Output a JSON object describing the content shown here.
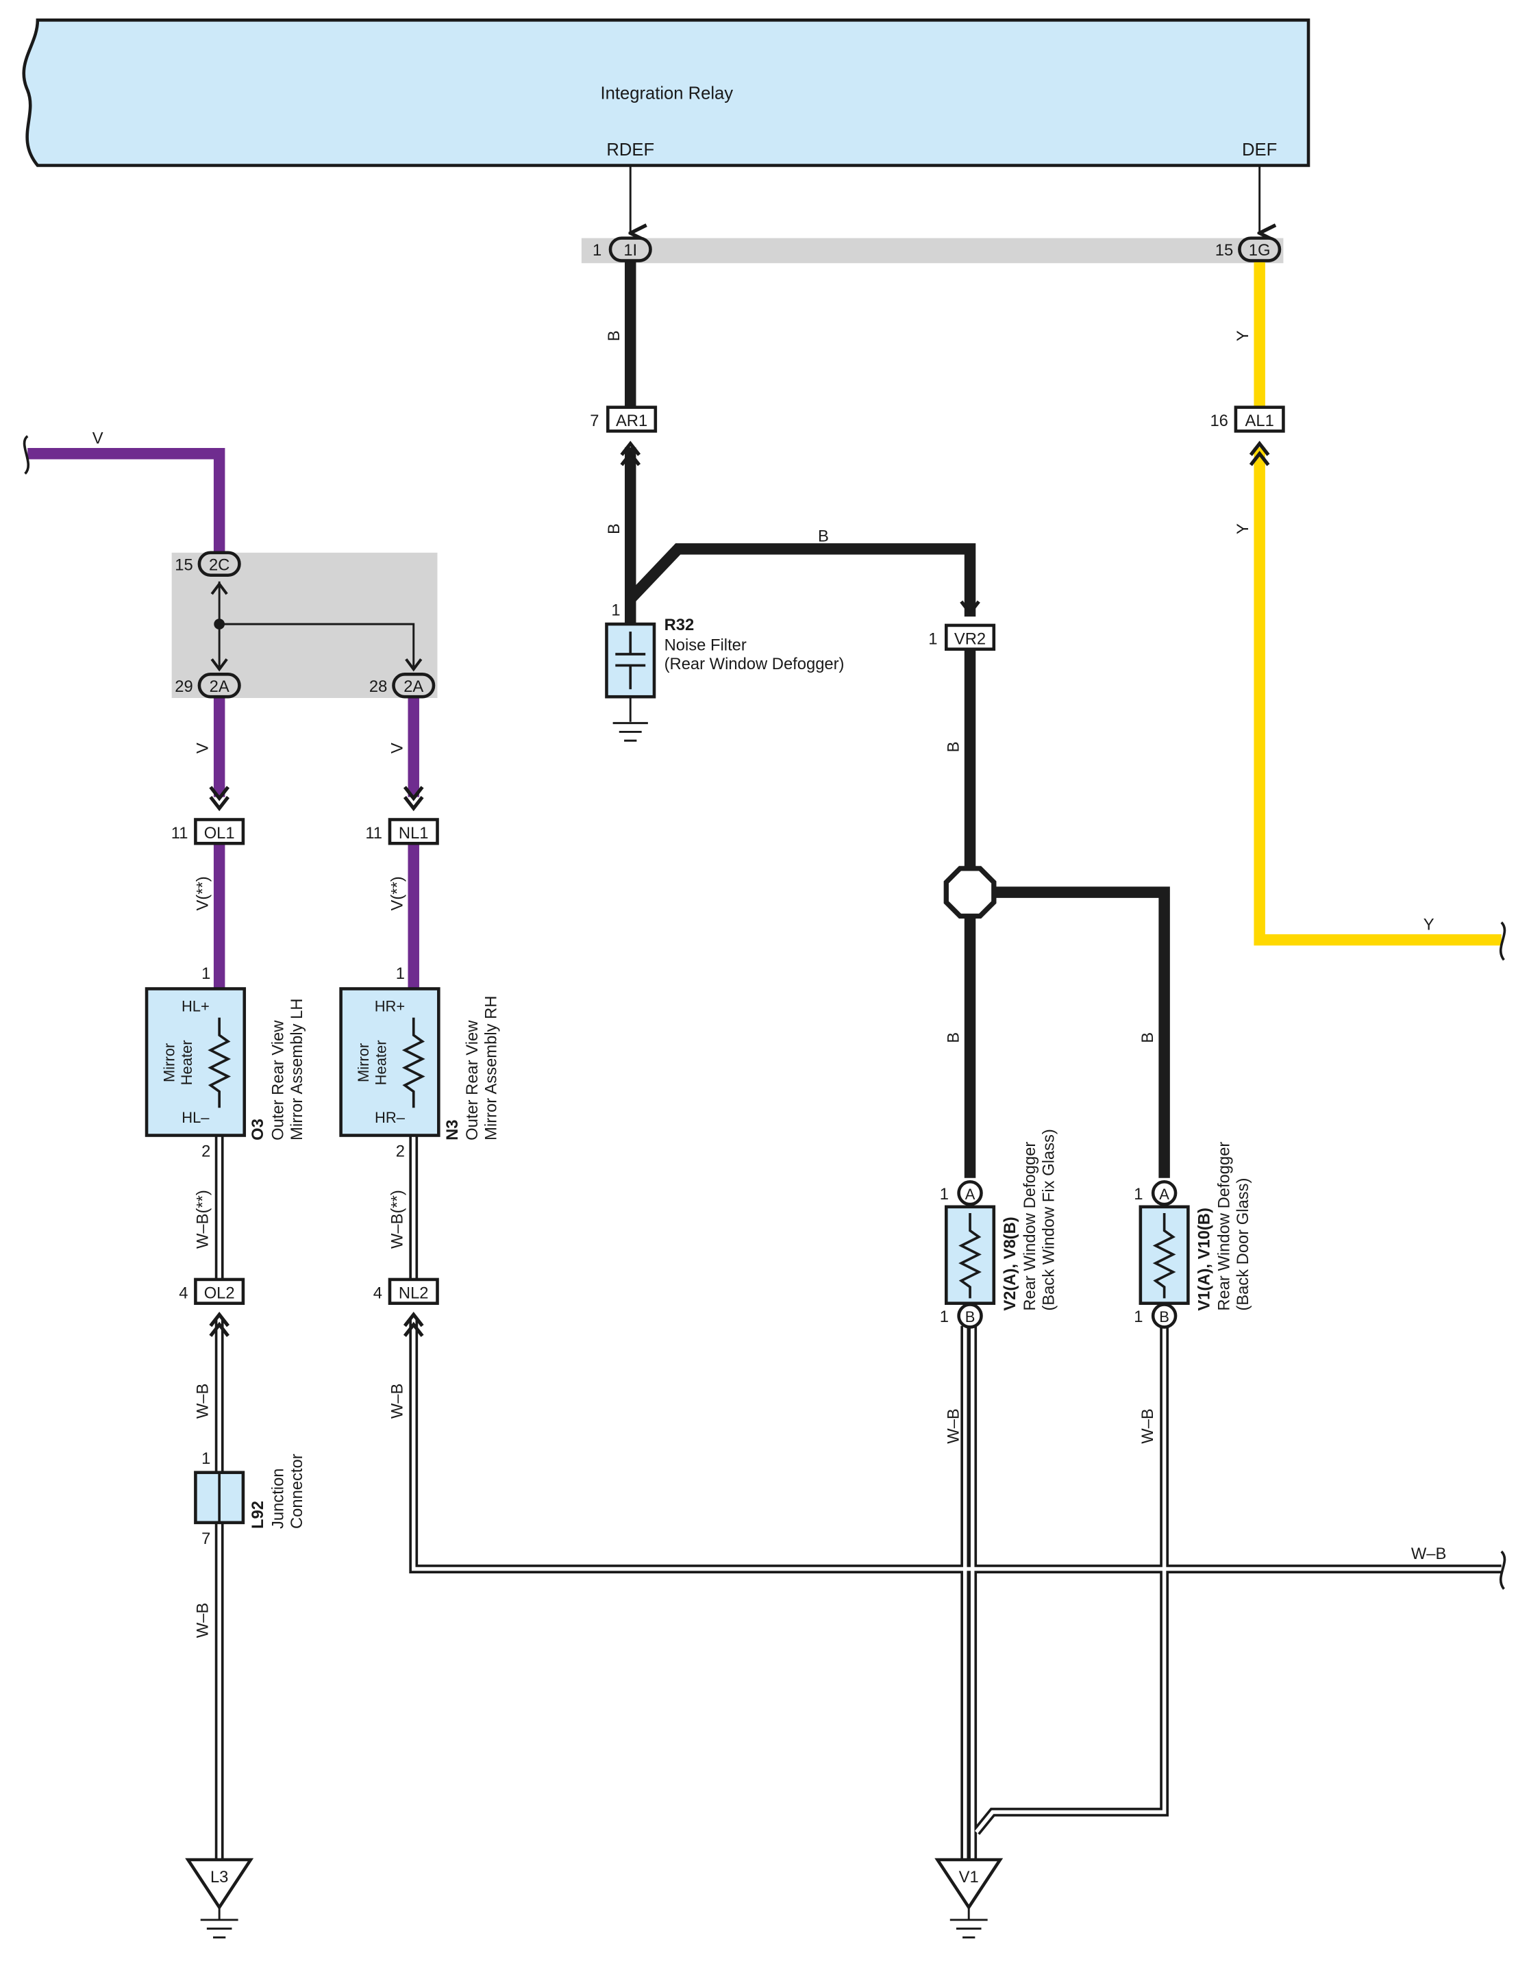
{
  "relay": {
    "name": "Integration Relay",
    "terminal_rdef": "RDEF",
    "terminal_def": "DEF"
  },
  "connectors": {
    "c1I": {
      "id": "1I",
      "pin": "1"
    },
    "c1G": {
      "id": "1G",
      "pin": "15"
    },
    "cAR1": {
      "id": "AR1",
      "pin": "7"
    },
    "cAL1": {
      "id": "AL1",
      "pin": "16"
    },
    "cVR2": {
      "id": "VR2",
      "pin": "1"
    },
    "c2C": {
      "id": "2C",
      "pin": "15"
    },
    "c2A_29": {
      "id": "2A",
      "pin": "29"
    },
    "c2A_28": {
      "id": "2A",
      "pin": "28"
    },
    "cOL1": {
      "id": "OL1",
      "pin": "11"
    },
    "cNL1": {
      "id": "NL1",
      "pin": "11"
    },
    "cOL2": {
      "id": "OL2",
      "pin": "4"
    },
    "cNL2": {
      "id": "NL2",
      "pin": "4"
    }
  },
  "wires": {
    "b_1I_AR1": "B",
    "b_AR1_R32": "B",
    "b_to_VR2": "B",
    "b_VR2_down": "B",
    "b_to_V2": "B",
    "b_to_V1": "B",
    "y_1G_AL1": "Y",
    "y_AL1_down": "Y",
    "y_out": "Y",
    "v_in": "V",
    "v_2A29_OL1": "V",
    "v_2A28_NL1": "V",
    "v_OL1_O3": "V(**)",
    "v_NL1_N3": "V(**)",
    "wb_O3_OL2": "W–B(**)",
    "wb_N3_NL2": "W–B(**)",
    "wb_OL2_L92": "W–B",
    "wb_L92_L3": "W–B",
    "wb_NL2_down": "W–B",
    "wb_V2_down": "W–B",
    "wb_V1_down": "W–B",
    "wb_out": "W–B"
  },
  "components": {
    "r32": {
      "code": "R32",
      "line1": "Noise Filter",
      "line2": "(Rear Window Defogger)",
      "pin": "1"
    },
    "o3": {
      "code": "O3",
      "line1": "Outer Rear View",
      "line2": "Mirror Assembly LH",
      "inner1": "Mirror",
      "inner2": "Heater",
      "term_top": "HL+",
      "term_bot": "HL–",
      "pin_top": "1",
      "pin_bot": "2"
    },
    "n3": {
      "code": "N3",
      "line1": "Outer Rear View",
      "line2": "Mirror Assembly RH",
      "inner1": "Mirror",
      "inner2": "Heater",
      "term_top": "HR+",
      "term_bot": "HR–",
      "pin_top": "1",
      "pin_bot": "2"
    },
    "v2": {
      "code": "V2(A), V8(B)",
      "line1": "Rear Window Defogger",
      "line2": "(Back Window Fix Glass)",
      "term_a": "A",
      "term_b": "B",
      "pin_a": "1",
      "pin_b": "1"
    },
    "v1": {
      "code": "V1(A), V10(B)",
      "line1": "Rear Window Defogger",
      "line2": "(Back Door Glass)",
      "term_a": "A",
      "term_b": "B",
      "pin_a": "1",
      "pin_b": "1"
    },
    "l92": {
      "code": "L92",
      "line1": "Junction",
      "line2": "Connector",
      "pin_top": "1",
      "pin_bot": "7"
    }
  },
  "grounds": {
    "l3": "L3",
    "v1": "V1"
  },
  "colors": {
    "relay_fill": "#cde9f9",
    "bar_fill": "#d4d4d4",
    "wire_black": "#1c1c1c",
    "wire_yellow": "#ffd800",
    "wire_violet": "#6f2c8f",
    "component_fill": "#cde9f9"
  }
}
